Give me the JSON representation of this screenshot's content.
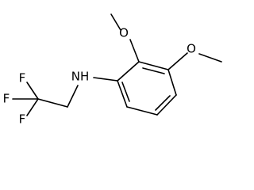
{
  "molecule": {
    "atoms": {
      "nitrogen": "NH",
      "oxygen_top": "O",
      "oxygen_right": "O",
      "fluorine_top": "F",
      "fluorine_left": "F",
      "fluorine_bottom": "F"
    }
  }
}
